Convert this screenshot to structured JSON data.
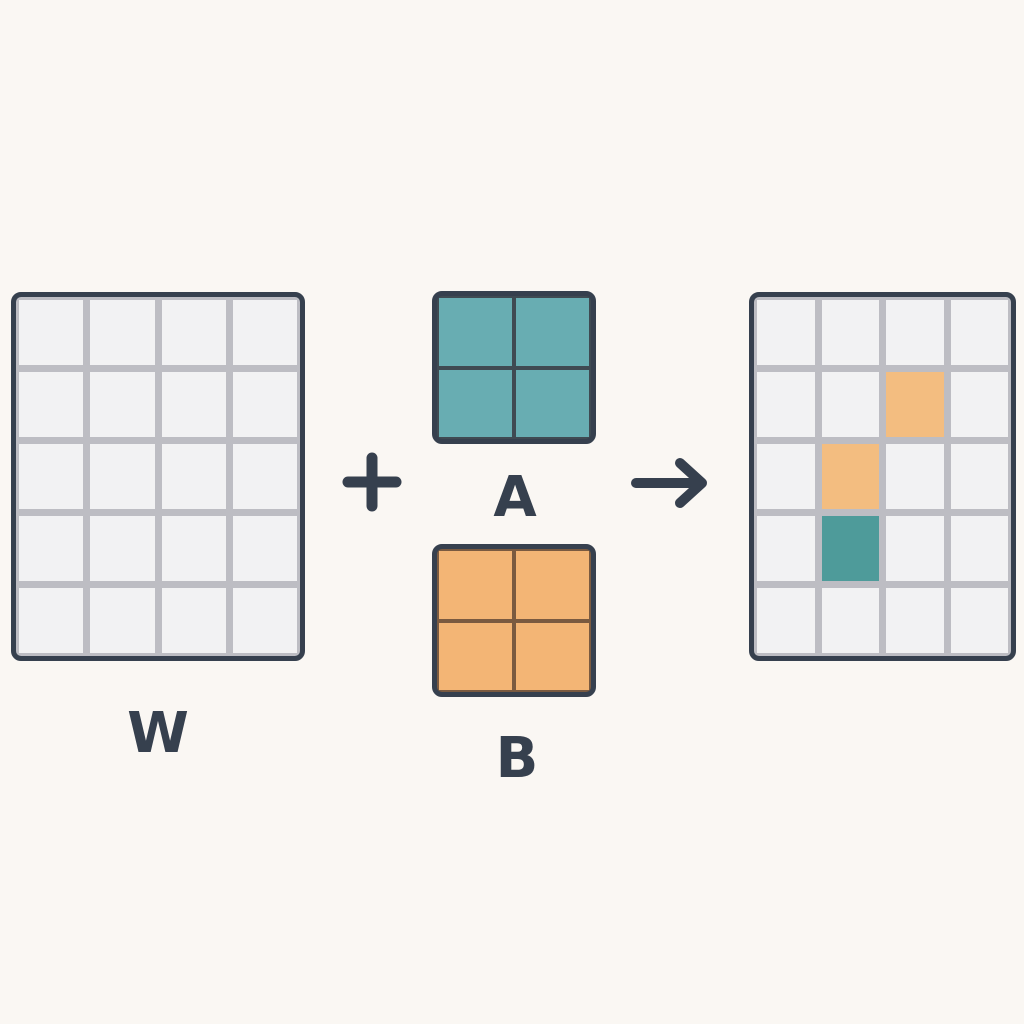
{
  "labels": {
    "w": "W",
    "a": "A",
    "b": "B"
  },
  "colors": {
    "background": "#faf7f3",
    "stroke": "#36404e",
    "grid_line": "#bdbdc3",
    "cell": "#f2f2f3",
    "a_fill": "#68adb2",
    "b_fill": "#f3b575",
    "highlight_teal": "#4e9b9a",
    "highlight_orange": "#f3bd80"
  },
  "icons": {
    "operator_1": "plus-icon",
    "operator_2": "right-arrow-icon"
  },
  "matrices": {
    "w": {
      "rows": 5,
      "cols": 4
    },
    "a": {
      "rows": 2,
      "cols": 2
    },
    "b": {
      "rows": 2,
      "cols": 2
    },
    "result": {
      "rows": 5,
      "cols": 4,
      "highlighted_cells": [
        {
          "row": 2,
          "col": 3,
          "color": "orange"
        },
        {
          "row": 3,
          "col": 2,
          "color": "orange"
        },
        {
          "row": 4,
          "col": 2,
          "color": "teal"
        }
      ]
    }
  }
}
